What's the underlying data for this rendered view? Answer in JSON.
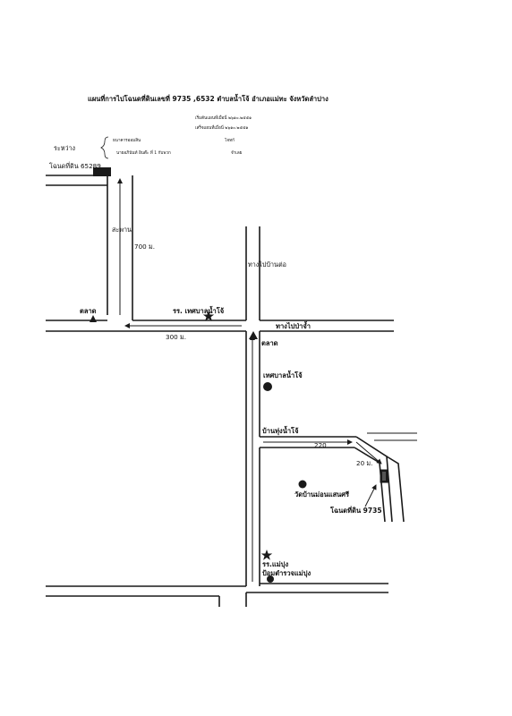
{
  "header": {
    "title": "แผนที่การไปโฉนดที่ดินเลขที่ 9735 ,6532  ตำบลน้ำโจ้  อำเภอแม่ทะ   จังหวัดลำปาง",
    "measure_start": "เริ่มต้นแผนที่เมื่อนี่ ๒๖๑๐.๒๕๕๑",
    "measure_end": "เสร็จแผนที่เมื่อนี่ ๒๖๑๐.๒๕๕๑",
    "owner_label": "โจทก์",
    "defendant_label": "จำเลย",
    "bank_name": "ธนาคารออมสิน",
    "defendant_name": "นายอภินันท์ อินต๊ะ  ที่ 1 กับพวก",
    "between_label": "ระหว่าง"
  },
  "map": {
    "parcel_65289_label": "โฉนดที่ดิน 65289",
    "bridge_label": "สะพาน",
    "distance_700": "700 ม.",
    "to_ban_pong_label": "ทางไปบ้านต่อ",
    "market_left_label": "ตลาด",
    "school_label": "รร. เทศบาลน้ำโจ้",
    "to_ban_pa_label": "ทางไปป่าจ้ำ",
    "distance_300": "300 ม.",
    "market_right_label": "ตลาด",
    "municipality_label": "เทศบาลน้ำโจ้",
    "ban_thung_label": "บ้านทุ่งน้ำโจ้",
    "distance_220": "220",
    "distance_20": "20 ม.",
    "temple_label": "วัดบ้านม่อนแสนศรี",
    "parcel_9735_label": "โฉนดที่ดิน 9735",
    "school_maepong_label": "รร.แม่ปุง",
    "police_post_label": "ป้อมตำรวจแม่ปุง"
  },
  "colors": {
    "ink": "#1a1a1a",
    "paper": "#ffffff"
  }
}
